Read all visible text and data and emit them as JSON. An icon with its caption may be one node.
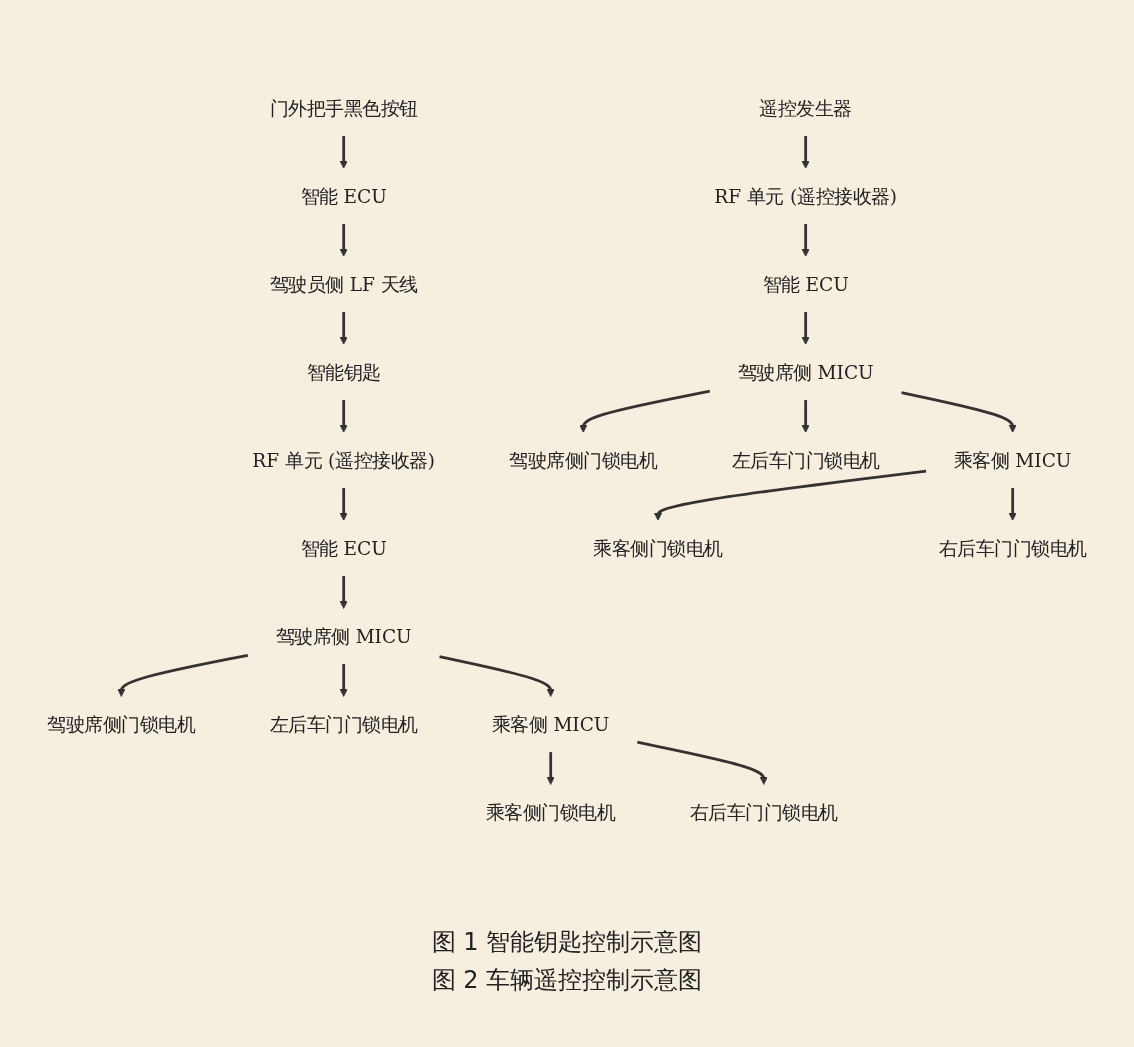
{
  "diagram": {
    "nodes": [
      {
        "text": [
          "门外把手黑色按钮"
        ]
      },
      {
        "text": [
          "RF 单元 (遥控接收器)"
        ]
      },
      {
        "text": [
          "智能 ECU"
        ]
      },
      {
        "text": [
          "驾驶席侧 MICU"
        ]
      },
      {
        "text": [
          "驾驶席侧门锁电机"
        ]
      },
      {
        "text": [
          "左后车门门锁电机"
        ]
      },
      {
        "text": [
          "乘客侧 MICU"
        ]
      },
      {
        "text": [
          "乘客侧门锁电机"
        ]
      },
      {
        "text": [
          "右后车门门锁电机"
        ]
      },
      {
        "text": [
          "智能 ECU"
        ]
      },
      {
        "text": [
          "驾驶员侧 LF 天线"
        ]
      },
      {
        "text": [
          "智能钥匙"
        ]
      },
      {
        "text": [
          "遥控发生器"
        ]
      },
      {
        "text": [
          "RF 单元 (遥控接收器)"
        ]
      },
      {
        "text": [
          "智能 ECU"
        ]
      },
      {
        "text": [
          "驾驶席侧 MICU"
        ]
      },
      {
        "text": [
          "驾驶席侧门锁电机"
        ]
      },
      {
        "text": [
          "左后车门门锁电机"
        ]
      },
      {
        "text": [
          "乘客侧 MICU"
        ]
      },
      {
        "text": [
          "乘客侧门锁电机"
        ]
      },
      {
        "text": [
          "右后车门门锁电机"
        ]
      }
    ],
    "edges": [
      {
        "from": 0,
        "to": 9,
        "arrow": "to"
      },
      {
        "from": 9,
        "to": 10,
        "arrow": "to"
      },
      {
        "from": 10,
        "to": 11,
        "arrow": "to"
      },
      {
        "from": 11,
        "to": 1,
        "arrow": "to"
      },
      {
        "from": 1,
        "to": 2,
        "arrow": "to"
      },
      {
        "from": 2,
        "to": 3,
        "arrow": "to"
      },
      {
        "from": 3,
        "to": 4,
        "arrow": "to"
      },
      {
        "from": 3,
        "to": 5,
        "arrow": "to"
      },
      {
        "from": 3,
        "to": 6,
        "arrow": "to"
      },
      {
        "from": 6,
        "to": 7,
        "arrow": "to"
      },
      {
        "from": 6,
        "to": 8,
        "arrow": "to"
      },
      {
        "from": 12,
        "to": 13,
        "arrow": "to"
      },
      {
        "from": 13,
        "to": 14,
        "arrow": "to"
      },
      {
        "from": 14,
        "to": 15,
        "arrow": "to"
      },
      {
        "from": 15,
        "to": 16,
        "arrow": "to"
      },
      {
        "from": 15,
        "to": 17,
        "arrow": "to"
      },
      {
        "from": 15,
        "to": 18,
        "arrow": "to"
      },
      {
        "from": 18,
        "to": 19,
        "arrow": "to"
      },
      {
        "from": 18,
        "to": 20,
        "arrow": "to"
      }
    ],
    "labels": [
      "图 1 智能钥匙控制示意图",
      "图 2 车辆遥控控制示意图"
    ]
  }
}
